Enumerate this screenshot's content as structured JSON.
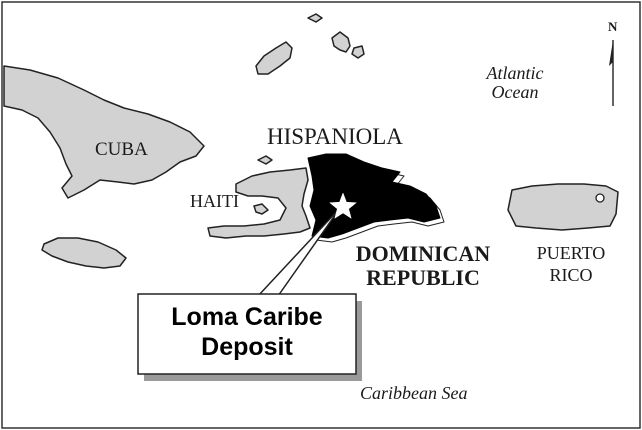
{
  "labels": {
    "atlantic_ocean_line1": "Atlantic",
    "atlantic_ocean_line2": "Ocean",
    "cuba": "CUBA",
    "hispaniola": "HISPANIOLA",
    "haiti": "HAITI",
    "dominican_republic_line1": "DOMINICAN",
    "dominican_republic_line2": "REPUBLIC",
    "puerto_rico_line1": "PUERTO",
    "puerto_rico_line2": "RICO",
    "caribbean_sea": "Caribbean Sea"
  },
  "north_arrow": {
    "label": "N"
  },
  "callout": {
    "line1": "Loma Caribe",
    "line2": "Deposit"
  },
  "colors": {
    "land": "#d2d2d2",
    "dominican_republic": "#000000",
    "coastline": "#222222",
    "water": "#ffffff",
    "deposit_star": "#ffffff",
    "callout_box": "#ffffff"
  },
  "icons": {
    "deposit_marker": "star-icon",
    "north": "north-arrow-icon"
  }
}
